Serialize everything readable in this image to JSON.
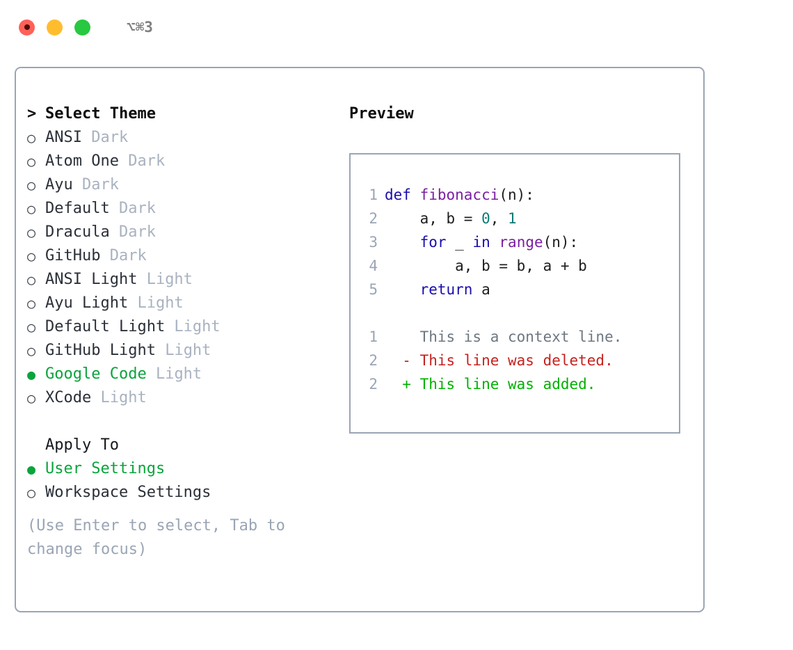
{
  "titlebar": {
    "shortcut": "⌥⌘3",
    "lights": [
      "close-red",
      "minimize-amber",
      "maximize-green"
    ]
  },
  "theme_selector": {
    "header_caret": ">",
    "header": "Select Theme",
    "radio_unselected_glyph": "○",
    "radio_selected_glyph": "●",
    "items": [
      {
        "name": "ANSI",
        "tag": "Dark",
        "selected": false
      },
      {
        "name": "Atom One",
        "tag": "Dark",
        "selected": false
      },
      {
        "name": "Ayu",
        "tag": "Dark",
        "selected": false
      },
      {
        "name": "Default",
        "tag": "Dark",
        "selected": false
      },
      {
        "name": "Dracula",
        "tag": "Dark",
        "selected": false
      },
      {
        "name": "GitHub",
        "tag": "Dark",
        "selected": false
      },
      {
        "name": "ANSI Light",
        "tag": "Light",
        "selected": false
      },
      {
        "name": "Ayu Light",
        "tag": "Light",
        "selected": false
      },
      {
        "name": "Default Light",
        "tag": "Light",
        "selected": false
      },
      {
        "name": "GitHub Light",
        "tag": "Light",
        "selected": false
      },
      {
        "name": "Google Code",
        "tag": "Light",
        "selected": true
      },
      {
        "name": "XCode",
        "tag": "Light",
        "selected": false
      }
    ]
  },
  "apply_to": {
    "header": "Apply To",
    "options": [
      {
        "label": "User Settings",
        "selected": true
      },
      {
        "label": "Workspace Settings",
        "selected": false
      }
    ]
  },
  "hint": "(Use Enter to select, Tab to change focus)",
  "preview": {
    "header": "Preview",
    "code_lines": [
      {
        "num": "1",
        "tokens": [
          {
            "t": "def ",
            "c": "kw"
          },
          {
            "t": "fibonacci",
            "c": "fn"
          },
          {
            "t": "(n):",
            "c": "punc"
          }
        ]
      },
      {
        "num": "2",
        "tokens": [
          {
            "t": "    a, b = ",
            "c": "txt"
          },
          {
            "t": "0",
            "c": "num"
          },
          {
            "t": ", ",
            "c": "txt"
          },
          {
            "t": "1",
            "c": "num"
          }
        ]
      },
      {
        "num": "3",
        "tokens": [
          {
            "t": "    ",
            "c": "txt"
          },
          {
            "t": "for",
            "c": "kw"
          },
          {
            "t": " _ ",
            "c": "txt"
          },
          {
            "t": "in",
            "c": "kw"
          },
          {
            "t": " ",
            "c": "txt"
          },
          {
            "t": "range",
            "c": "fn"
          },
          {
            "t": "(n):",
            "c": "punc"
          }
        ]
      },
      {
        "num": "4",
        "tokens": [
          {
            "t": "        a, b = b, a + b",
            "c": "txt"
          }
        ]
      },
      {
        "num": "5",
        "tokens": [
          {
            "t": "    ",
            "c": "txt"
          },
          {
            "t": "return",
            "c": "kw"
          },
          {
            "t": " a",
            "c": "txt"
          }
        ]
      }
    ],
    "diff_lines": [
      {
        "num": "1",
        "marker": "  ",
        "text": "This is a context line.",
        "kind": "ctx"
      },
      {
        "num": "2",
        "marker": "- ",
        "text": "This line was deleted.",
        "kind": "del"
      },
      {
        "num": "2",
        "marker": "+ ",
        "text": "This line was added.",
        "kind": "add"
      }
    ]
  },
  "colors": {
    "accent_green": "#0aa43c",
    "border": "#9aa5b5",
    "muted": "#a9b2c0",
    "keyword": "#1a0dab",
    "function": "#7b1fa2",
    "number": "#0b7a75",
    "diff_delete": "#c5221f",
    "diff_add": "#00b000",
    "diff_context": "#6e7781"
  }
}
